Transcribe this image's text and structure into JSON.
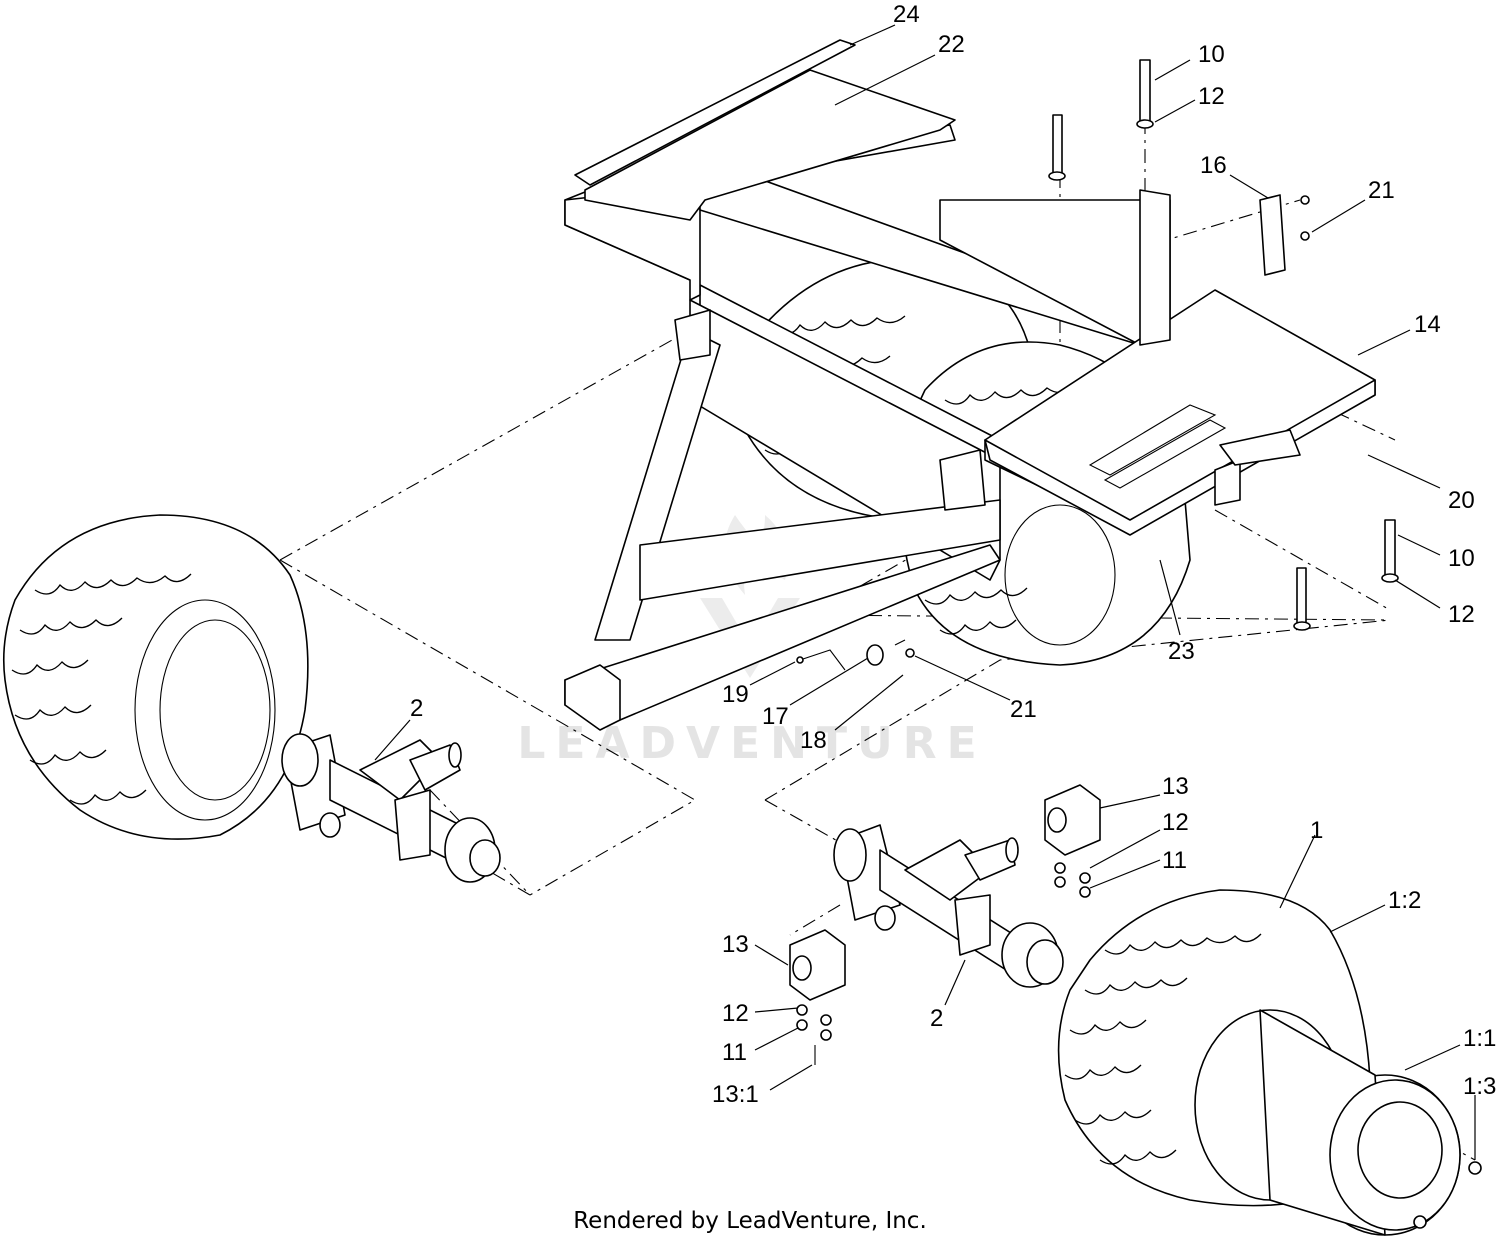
{
  "watermark": "LEADVENTURE",
  "credit": "Rendered by LeadVenture, Inc.",
  "callouts": {
    "c24": "24",
    "c22": "22",
    "c10a": "10",
    "c12a": "12",
    "c16": "16",
    "c21a": "21",
    "c14": "14",
    "c20": "20",
    "c10b": "10",
    "c12b": "12",
    "c23": "23",
    "c19": "19",
    "c17": "17",
    "c18": "18",
    "c21b": "21",
    "c2a": "2",
    "c13a": "13",
    "c12c": "12",
    "c11a": "11",
    "c1": "1",
    "c1_2": "1:2",
    "c13b": "13",
    "c12d": "12",
    "c11b": "11",
    "c2b": "2",
    "c13_1": "13:1",
    "c1_1": "1:1",
    "c1_3": "1:3"
  }
}
